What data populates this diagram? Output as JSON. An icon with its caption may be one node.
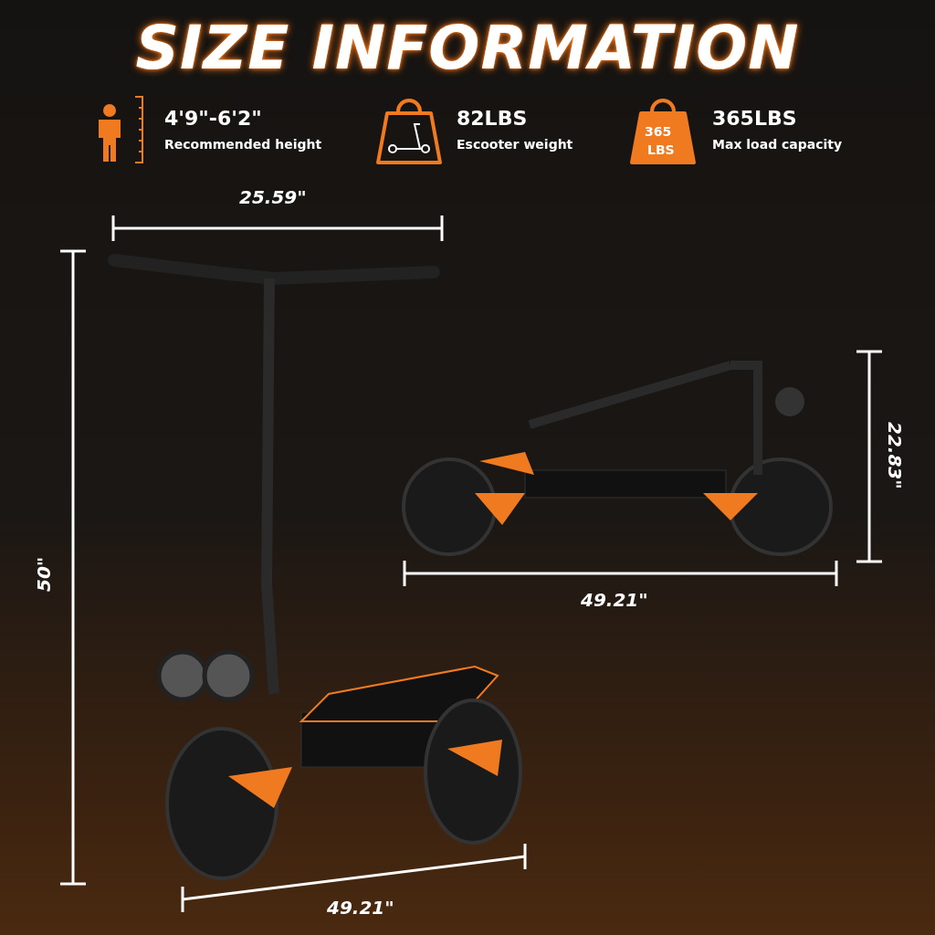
{
  "diagram": {
    "title": "SIZE INFORMATION",
    "labels": [
      "4'9\"-6'2\"",
      "Recommended height",
      "82LBS",
      "Escooter weight",
      "365",
      "LBS",
      "365LBS",
      "Max load capacity",
      "25.59\"",
      "22.83\"",
      "50\"",
      "49.21\"",
      "49.21\""
    ]
  }
}
